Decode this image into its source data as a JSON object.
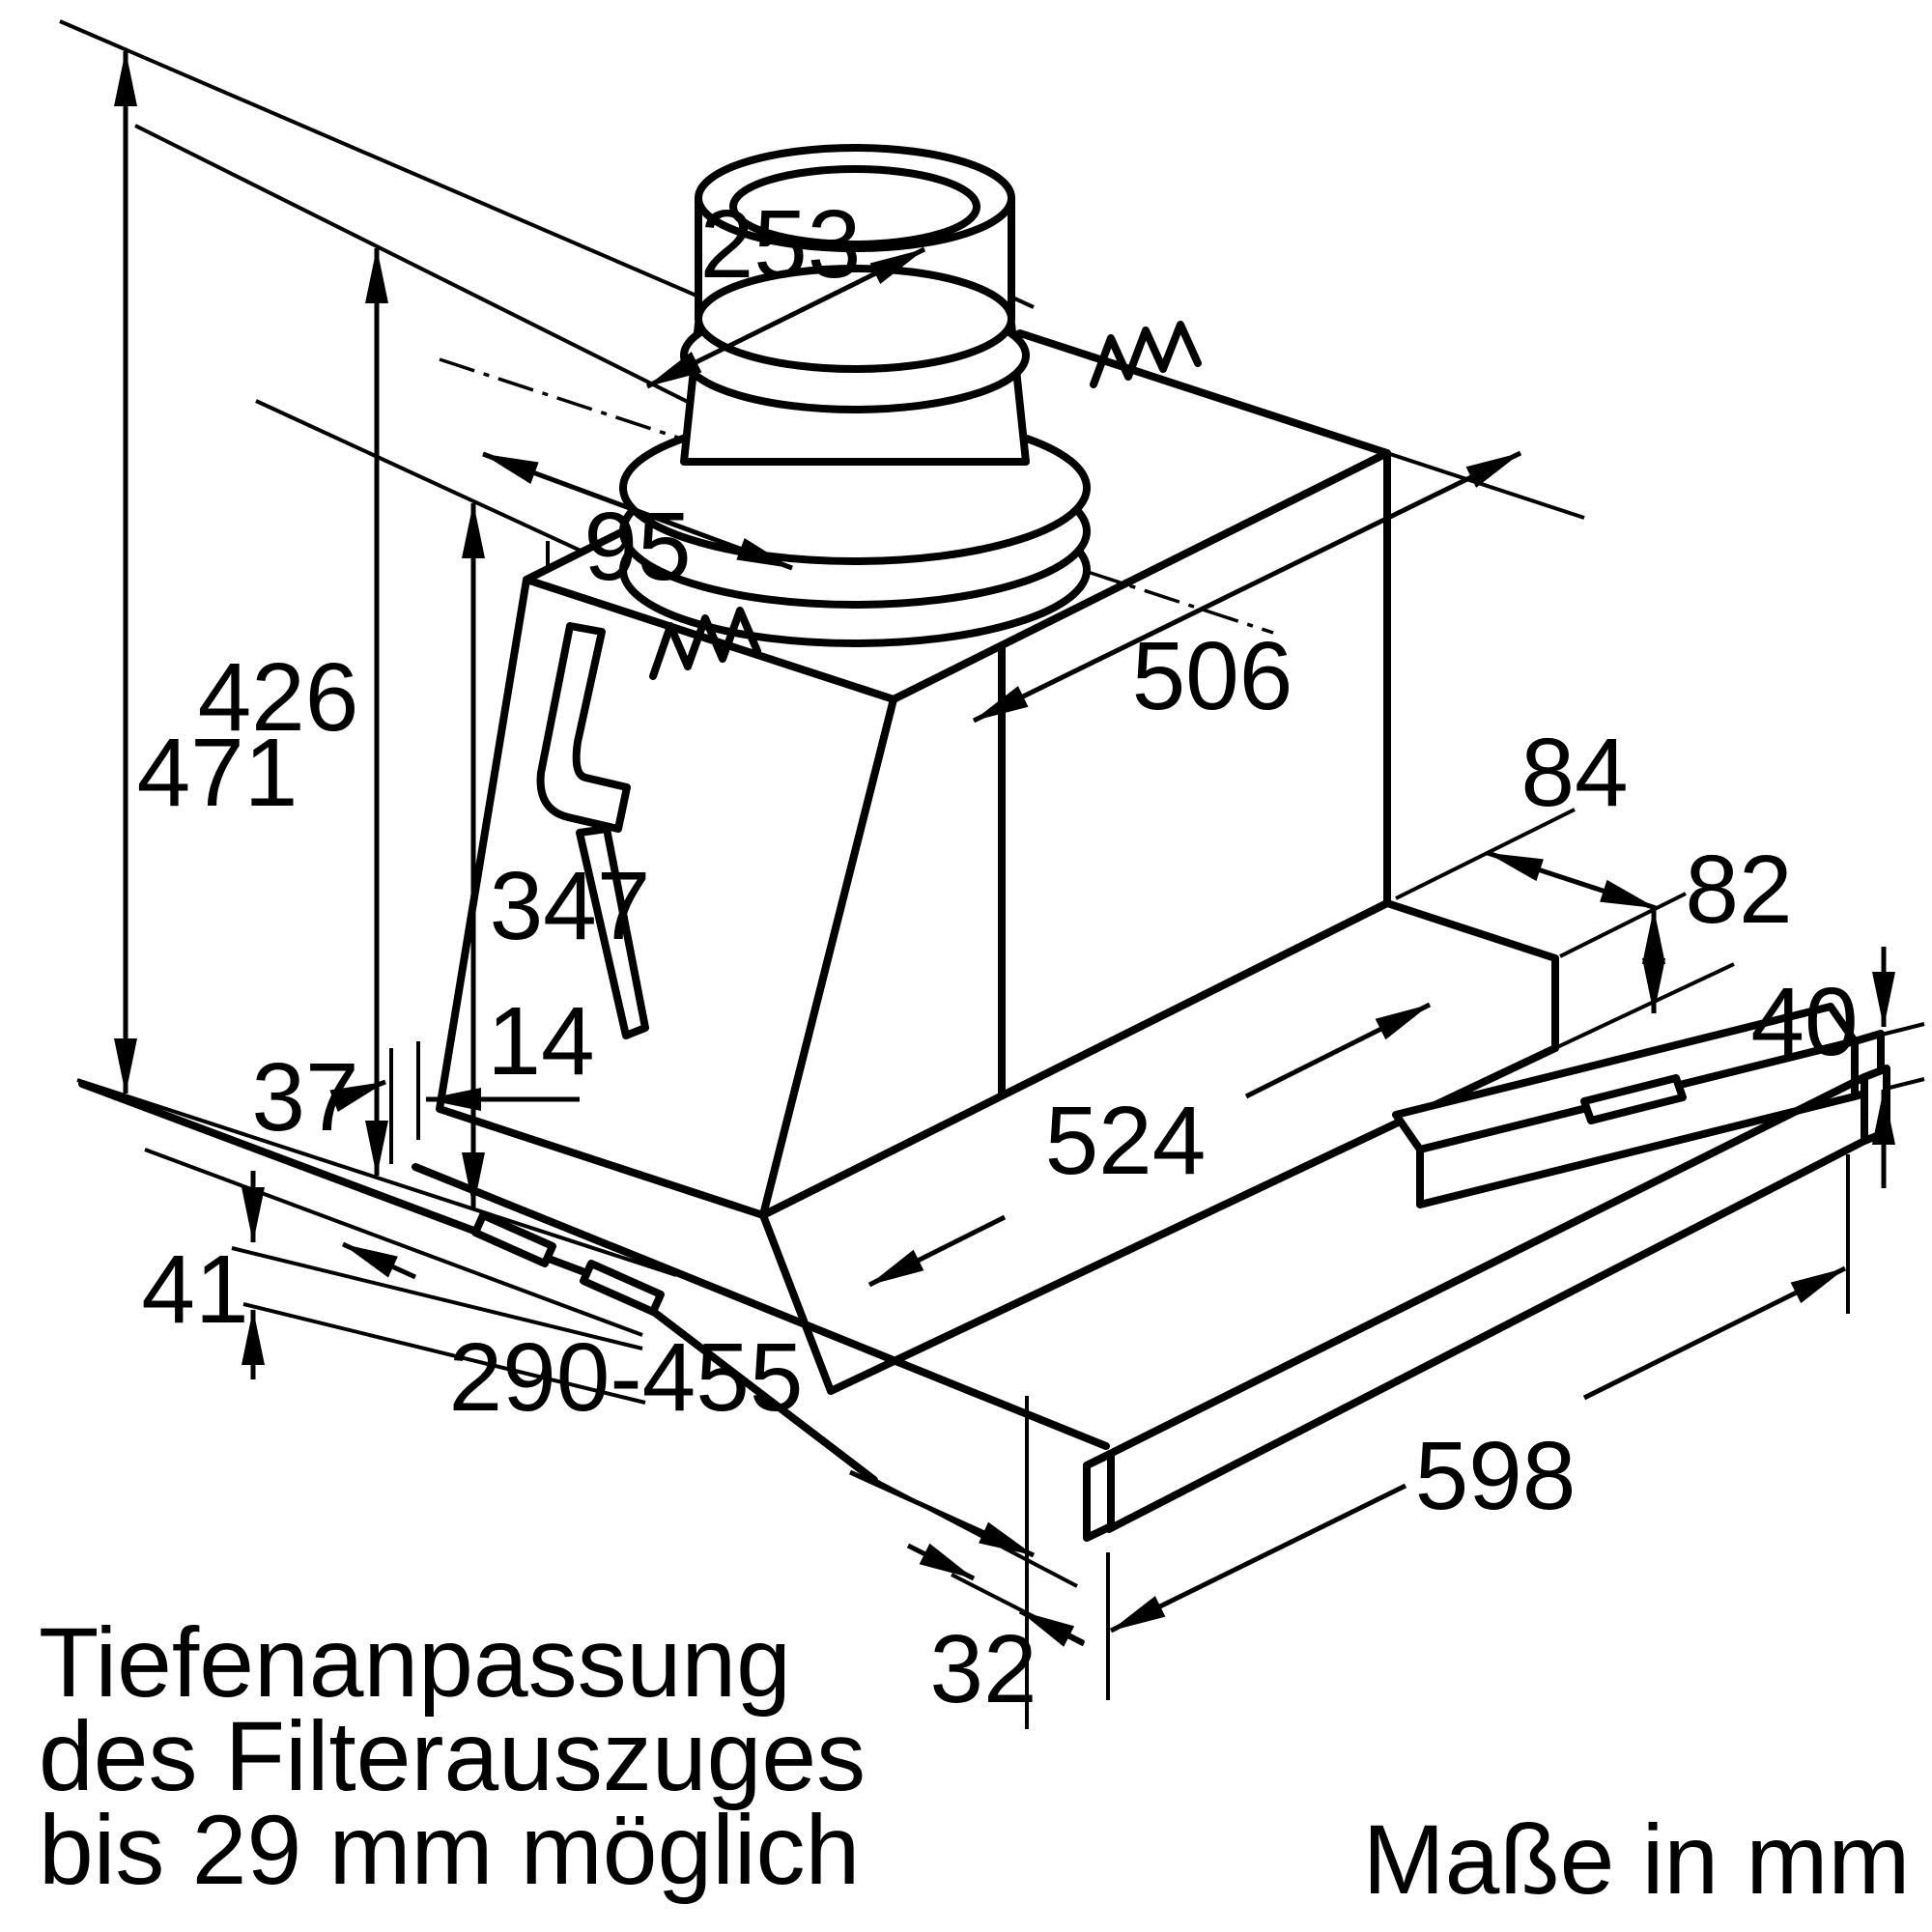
{
  "diagram": {
    "type": "installation-dimension-drawing",
    "background_color": "#ffffff",
    "line_color": "#000000",
    "labels": {
      "d253": "253",
      "d471": "471",
      "d95": "95",
      "d426": "426",
      "d347": "347",
      "d506": "506",
      "d84": "84",
      "d82": "82",
      "d40": "40",
      "d37": "37",
      "d14": "14",
      "d524": "524",
      "d41": "41",
      "d290_455": "290-455",
      "d598": "598",
      "d32": "32"
    },
    "note": {
      "line1": "Tiefenanpassung",
      "line2": "des Filterauszuges",
      "line3": "bis 29 mm möglich"
    },
    "units_caption": "Maße in mm"
  }
}
